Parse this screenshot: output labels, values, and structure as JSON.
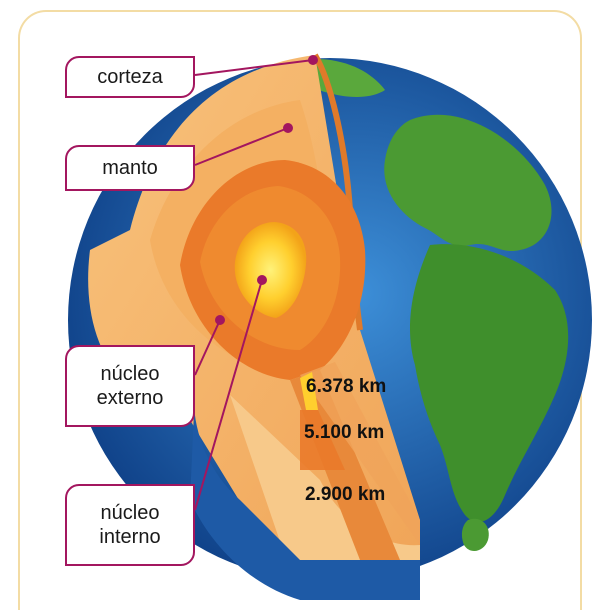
{
  "labels": {
    "crust": "corteza",
    "mantle": "manto",
    "outer_core": "núcleo externo",
    "inner_core": "núcleo interno"
  },
  "depths": {
    "d1": "6.378 km",
    "d2": "5.100 km",
    "d3": "2.900 km"
  },
  "colors": {
    "frame_border": "#f3dca4",
    "leader_line": "#a3165f",
    "ocean": "#1d5aa8",
    "land": "#3f8f2c",
    "mantle": "#f6b56a",
    "outer_core": "#ea7a2a",
    "inner_core": "#ffd23a"
  }
}
